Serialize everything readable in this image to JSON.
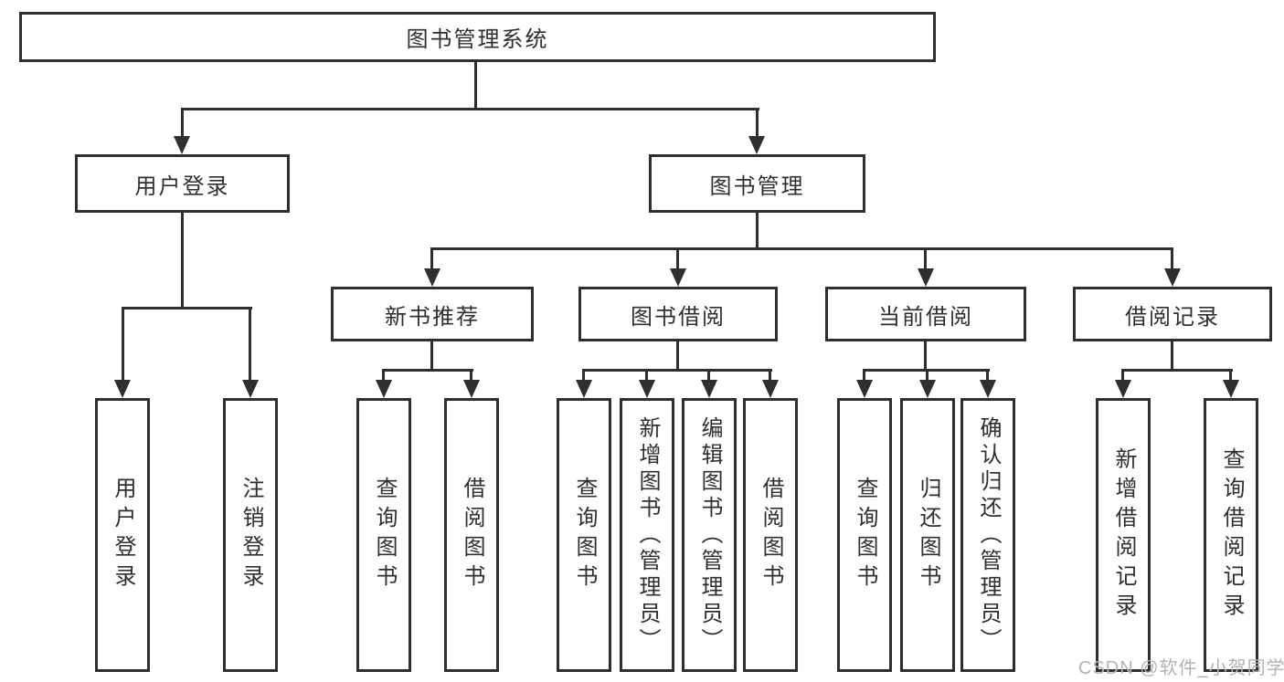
{
  "colors": {
    "line": "#2f2f2f",
    "text": "#2f2f2f",
    "background": "#ffffff",
    "watermark": "#b3b3b3"
  },
  "watermark": {
    "text": "CSDN @软件_小贺同学"
  },
  "diagram": {
    "root": {
      "label": "图书管理系统"
    },
    "branches": [
      {
        "label": "用户登录",
        "children": [
          "用户登录",
          "注销登录"
        ]
      },
      {
        "label": "图书管理",
        "groups": [
          {
            "label": "新书推荐",
            "children": [
              "查询图书",
              "借阅图书"
            ]
          },
          {
            "label": "图书借阅",
            "children": [
              "查询图书",
              "新增图书（管理员）",
              "编辑图书（管理员）",
              "借阅图书"
            ]
          },
          {
            "label": "当前借阅",
            "children": [
              "查询图书",
              "归还图书",
              "确认归还（管理员）"
            ]
          },
          {
            "label": "借阅记录",
            "children": [
              "新增借阅记录",
              "查询借阅记录"
            ]
          }
        ]
      }
    ]
  }
}
